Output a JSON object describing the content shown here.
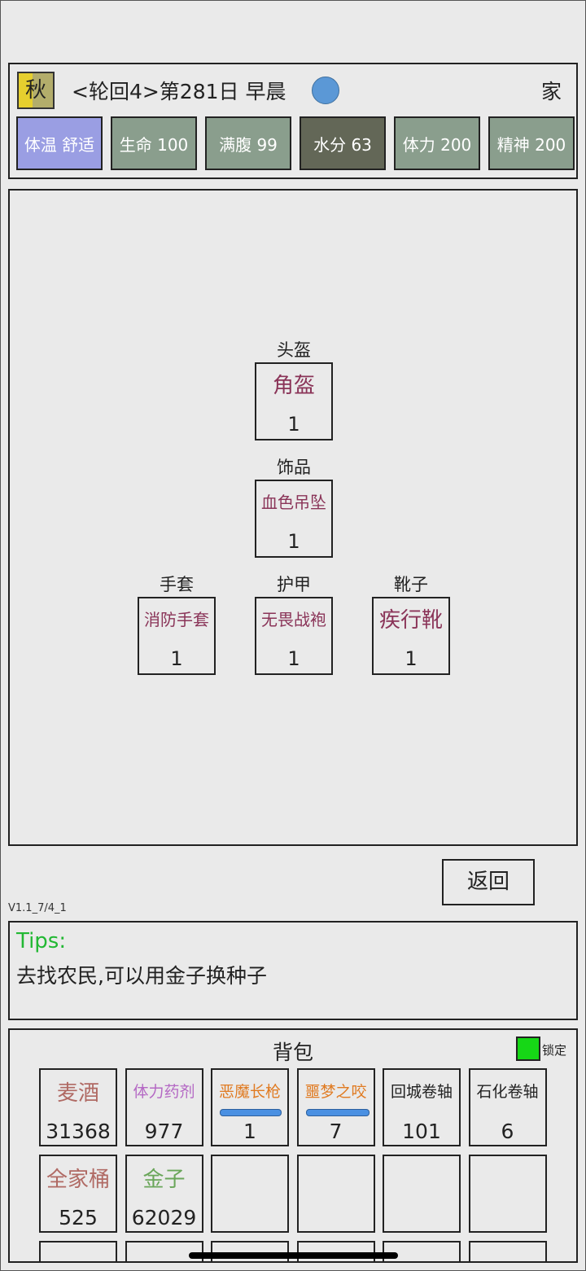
{
  "header": {
    "season": "秋",
    "day_text": "<轮回4>第281日 早晨",
    "location": "家"
  },
  "stats": [
    {
      "label": "体温 舒适",
      "color": "#9a9ee3"
    },
    {
      "label": "生命 100",
      "color": "#8a9e8d"
    },
    {
      "label": "满腹 99",
      "color": "#8a9e8d"
    },
    {
      "label": "水分 63",
      "color": "#636757"
    },
    {
      "label": "体力 200",
      "color": "#8a9e8d"
    },
    {
      "label": "精神 200",
      "color": "#8a9e8d"
    }
  ],
  "equipment": {
    "helmet": {
      "slot": "头盔",
      "name": "角盔",
      "count": "1"
    },
    "accessory": {
      "slot": "饰品",
      "name": "血色吊坠",
      "count": "1"
    },
    "gloves": {
      "slot": "手套",
      "name": "消防手套",
      "count": "1"
    },
    "armor": {
      "slot": "护甲",
      "name": "无畏战袍",
      "count": "1"
    },
    "boots": {
      "slot": "靴子",
      "name": "疾行靴",
      "count": "1"
    }
  },
  "back_button": "返回",
  "version": "V1.1_7/4_1",
  "tips": {
    "title": "Tips:",
    "text": "去找农民,可以用金子换种子"
  },
  "bag": {
    "title": "背包",
    "lock_label": "锁定",
    "items": [
      {
        "name": "麦酒",
        "count": "31368",
        "color": "#b06a64"
      },
      {
        "name": "体力药剂",
        "count": "977",
        "color": "#b468c4"
      },
      {
        "name": "恶魔长枪",
        "count": "1",
        "color": "#e07b22",
        "durability": 0.97
      },
      {
        "name": "噩梦之咬",
        "count": "7",
        "color": "#e07b22",
        "durability": 1.0
      },
      {
        "name": "回城卷轴",
        "count": "101",
        "color": "#222222"
      },
      {
        "name": "石化卷轴",
        "count": "6",
        "color": "#222222"
      },
      {
        "name": "全家桶",
        "count": "525",
        "color": "#b06a64"
      },
      {
        "name": "金子",
        "count": "62029",
        "color": "#6aa65a"
      }
    ]
  }
}
